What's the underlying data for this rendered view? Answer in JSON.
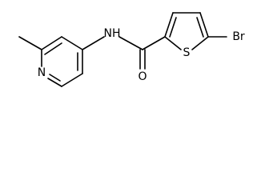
{
  "molecule": {
    "atoms": {
      "pyridine_n": "N",
      "amide_nh": "NH",
      "thiophene_s": "S",
      "carbonyl_o": "O",
      "bromine": "Br"
    }
  }
}
